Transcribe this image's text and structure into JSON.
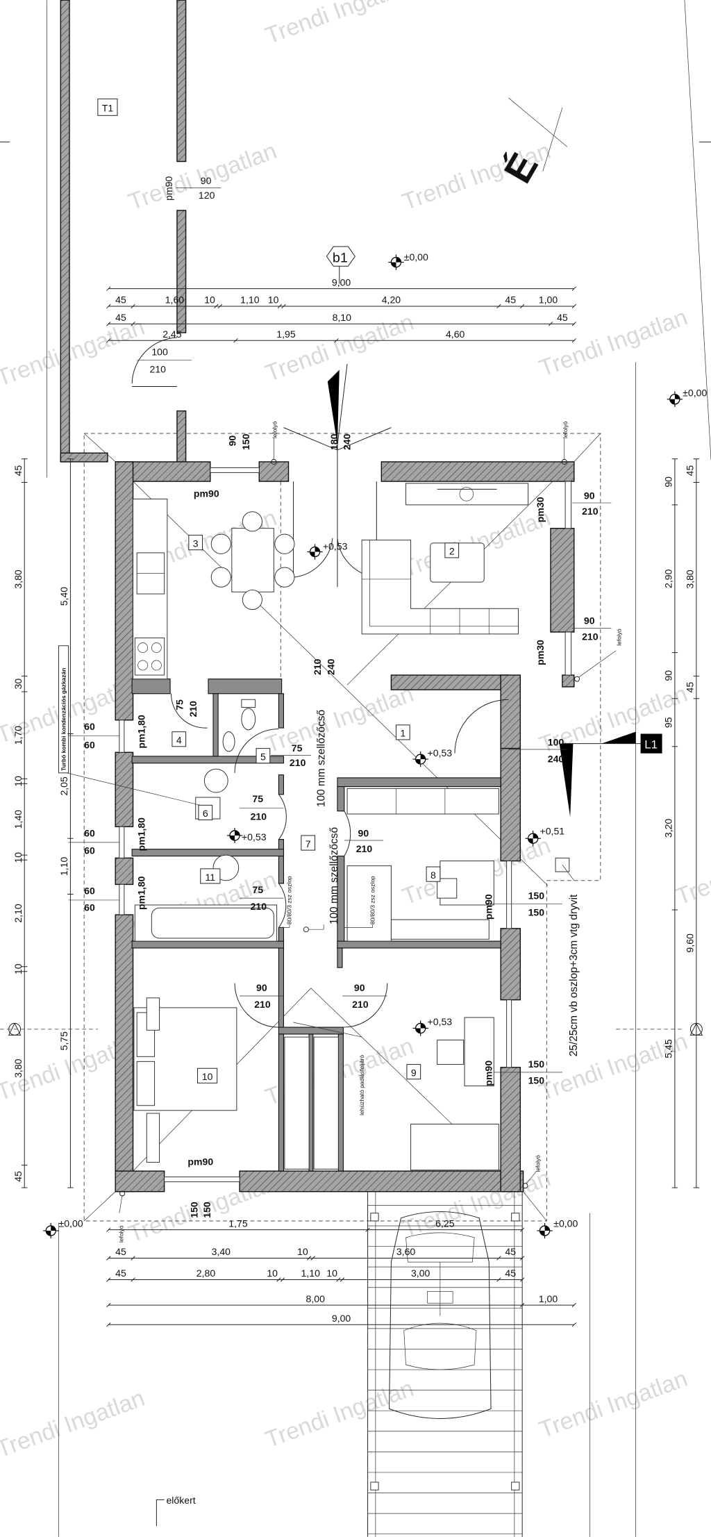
{
  "watermark": "Trendi Ingatlan",
  "north_label": "É",
  "tank_label": "T1",
  "section_marks": {
    "b1": "b1",
    "l1": "L1"
  },
  "levels": {
    "ground": "±0,00",
    "floor": "+0,53",
    "porch": "+0,51"
  },
  "rooms": [
    "1",
    "2",
    "3",
    "4",
    "5",
    "6",
    "7",
    "8",
    "9",
    "10",
    "11"
  ],
  "window_types": {
    "pm90": "pm90",
    "pm30": "pm30",
    "pm180": "pm1,80"
  },
  "openings": [
    [
      "90",
      "120"
    ],
    [
      "100",
      "210"
    ],
    [
      "90",
      "150"
    ],
    [
      "180",
      "240"
    ],
    [
      "90",
      "210"
    ],
    [
      "90",
      "210"
    ],
    [
      "210",
      "240"
    ],
    [
      "75",
      "210"
    ],
    [
      "75",
      "210"
    ],
    [
      "100",
      "240"
    ],
    [
      "75",
      "210"
    ],
    [
      "60",
      "60"
    ],
    [
      "60",
      "60"
    ],
    [
      "60",
      "60"
    ],
    [
      "90",
      "210"
    ],
    [
      "75",
      "210"
    ],
    [
      "150",
      "150"
    ],
    [
      "90",
      "210"
    ],
    [
      "90",
      "210"
    ],
    [
      "150",
      "150"
    ],
    [
      "150",
      "150"
    ]
  ],
  "dimensions": {
    "top": {
      "total": [
        "9,00"
      ],
      "chain1": [
        "45",
        "1,60",
        "10",
        "1,10",
        "10",
        "4,20",
        "45",
        "1,00"
      ],
      "chain2": [
        "45",
        "8,10",
        "45"
      ],
      "chain3": [
        "2,45",
        "1,95",
        "4,60"
      ]
    },
    "bottom": {
      "chain1": [
        "1,75",
        "6,25"
      ],
      "chain2": [
        "45",
        "3,40",
        "10",
        "3,60",
        "45"
      ],
      "chain3": [
        "45",
        "2,80",
        "10",
        "1,10",
        "10",
        "3,00",
        "45"
      ],
      "chain4": [
        "8,00",
        "1,00"
      ],
      "total": [
        "9,00"
      ]
    },
    "left": {
      "outer": [
        "45",
        "3,80",
        "30",
        "1,70",
        "10",
        "1,40",
        "10",
        "2,10",
        "10",
        "3,80",
        "45"
      ],
      "inner": [
        "5,40",
        "2,05",
        "1,10",
        "5,75"
      ]
    },
    "right": {
      "inner": [
        "90",
        "2,90",
        "90",
        "95",
        "3,20",
        "5,45"
      ],
      "outer": [
        "45",
        "3,80",
        "45",
        "9,60"
      ]
    }
  },
  "notes": {
    "drain": "lefolyó",
    "vent": "100 mm szellőzőcső",
    "column": "80/80/3 zsz oszlop",
    "porch_column": "25/25cm vb oszlop+3cm vtg dryvit",
    "boiler": "Turbó kombi kondenzációs gázkazán",
    "attic": "lehúzható padlásfeljáró",
    "front_garden": "előkert"
  }
}
